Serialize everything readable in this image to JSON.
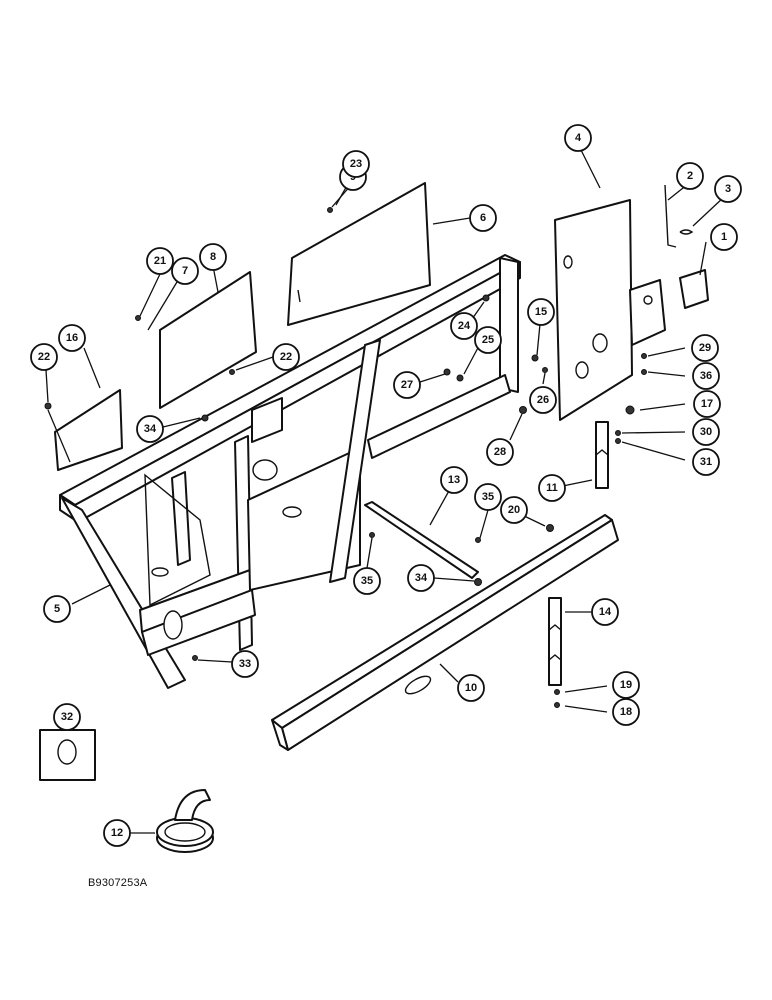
{
  "drawing": {
    "id": "B9307253A"
  },
  "callouts": [
    {
      "number": "1"
    },
    {
      "number": "2"
    },
    {
      "number": "3"
    },
    {
      "number": "4"
    },
    {
      "number": "5"
    },
    {
      "number": "6"
    },
    {
      "number": "7"
    },
    {
      "number": "8"
    },
    {
      "number": "9"
    },
    {
      "number": "10"
    },
    {
      "number": "11"
    },
    {
      "number": "12"
    },
    {
      "number": "13"
    },
    {
      "number": "14"
    },
    {
      "number": "15"
    },
    {
      "number": "16"
    },
    {
      "number": "17"
    },
    {
      "number": "18"
    },
    {
      "number": "19"
    },
    {
      "number": "20"
    },
    {
      "number": "21"
    },
    {
      "number": "22"
    },
    {
      "number": "22"
    },
    {
      "number": "23"
    },
    {
      "number": "24"
    },
    {
      "number": "25"
    },
    {
      "number": "26"
    },
    {
      "number": "27"
    },
    {
      "number": "28"
    },
    {
      "number": "29"
    },
    {
      "number": "30"
    },
    {
      "number": "31"
    },
    {
      "number": "32"
    },
    {
      "number": "33"
    },
    {
      "number": "34"
    },
    {
      "number": "34"
    },
    {
      "number": "35"
    },
    {
      "number": "35"
    },
    {
      "number": "36"
    }
  ]
}
